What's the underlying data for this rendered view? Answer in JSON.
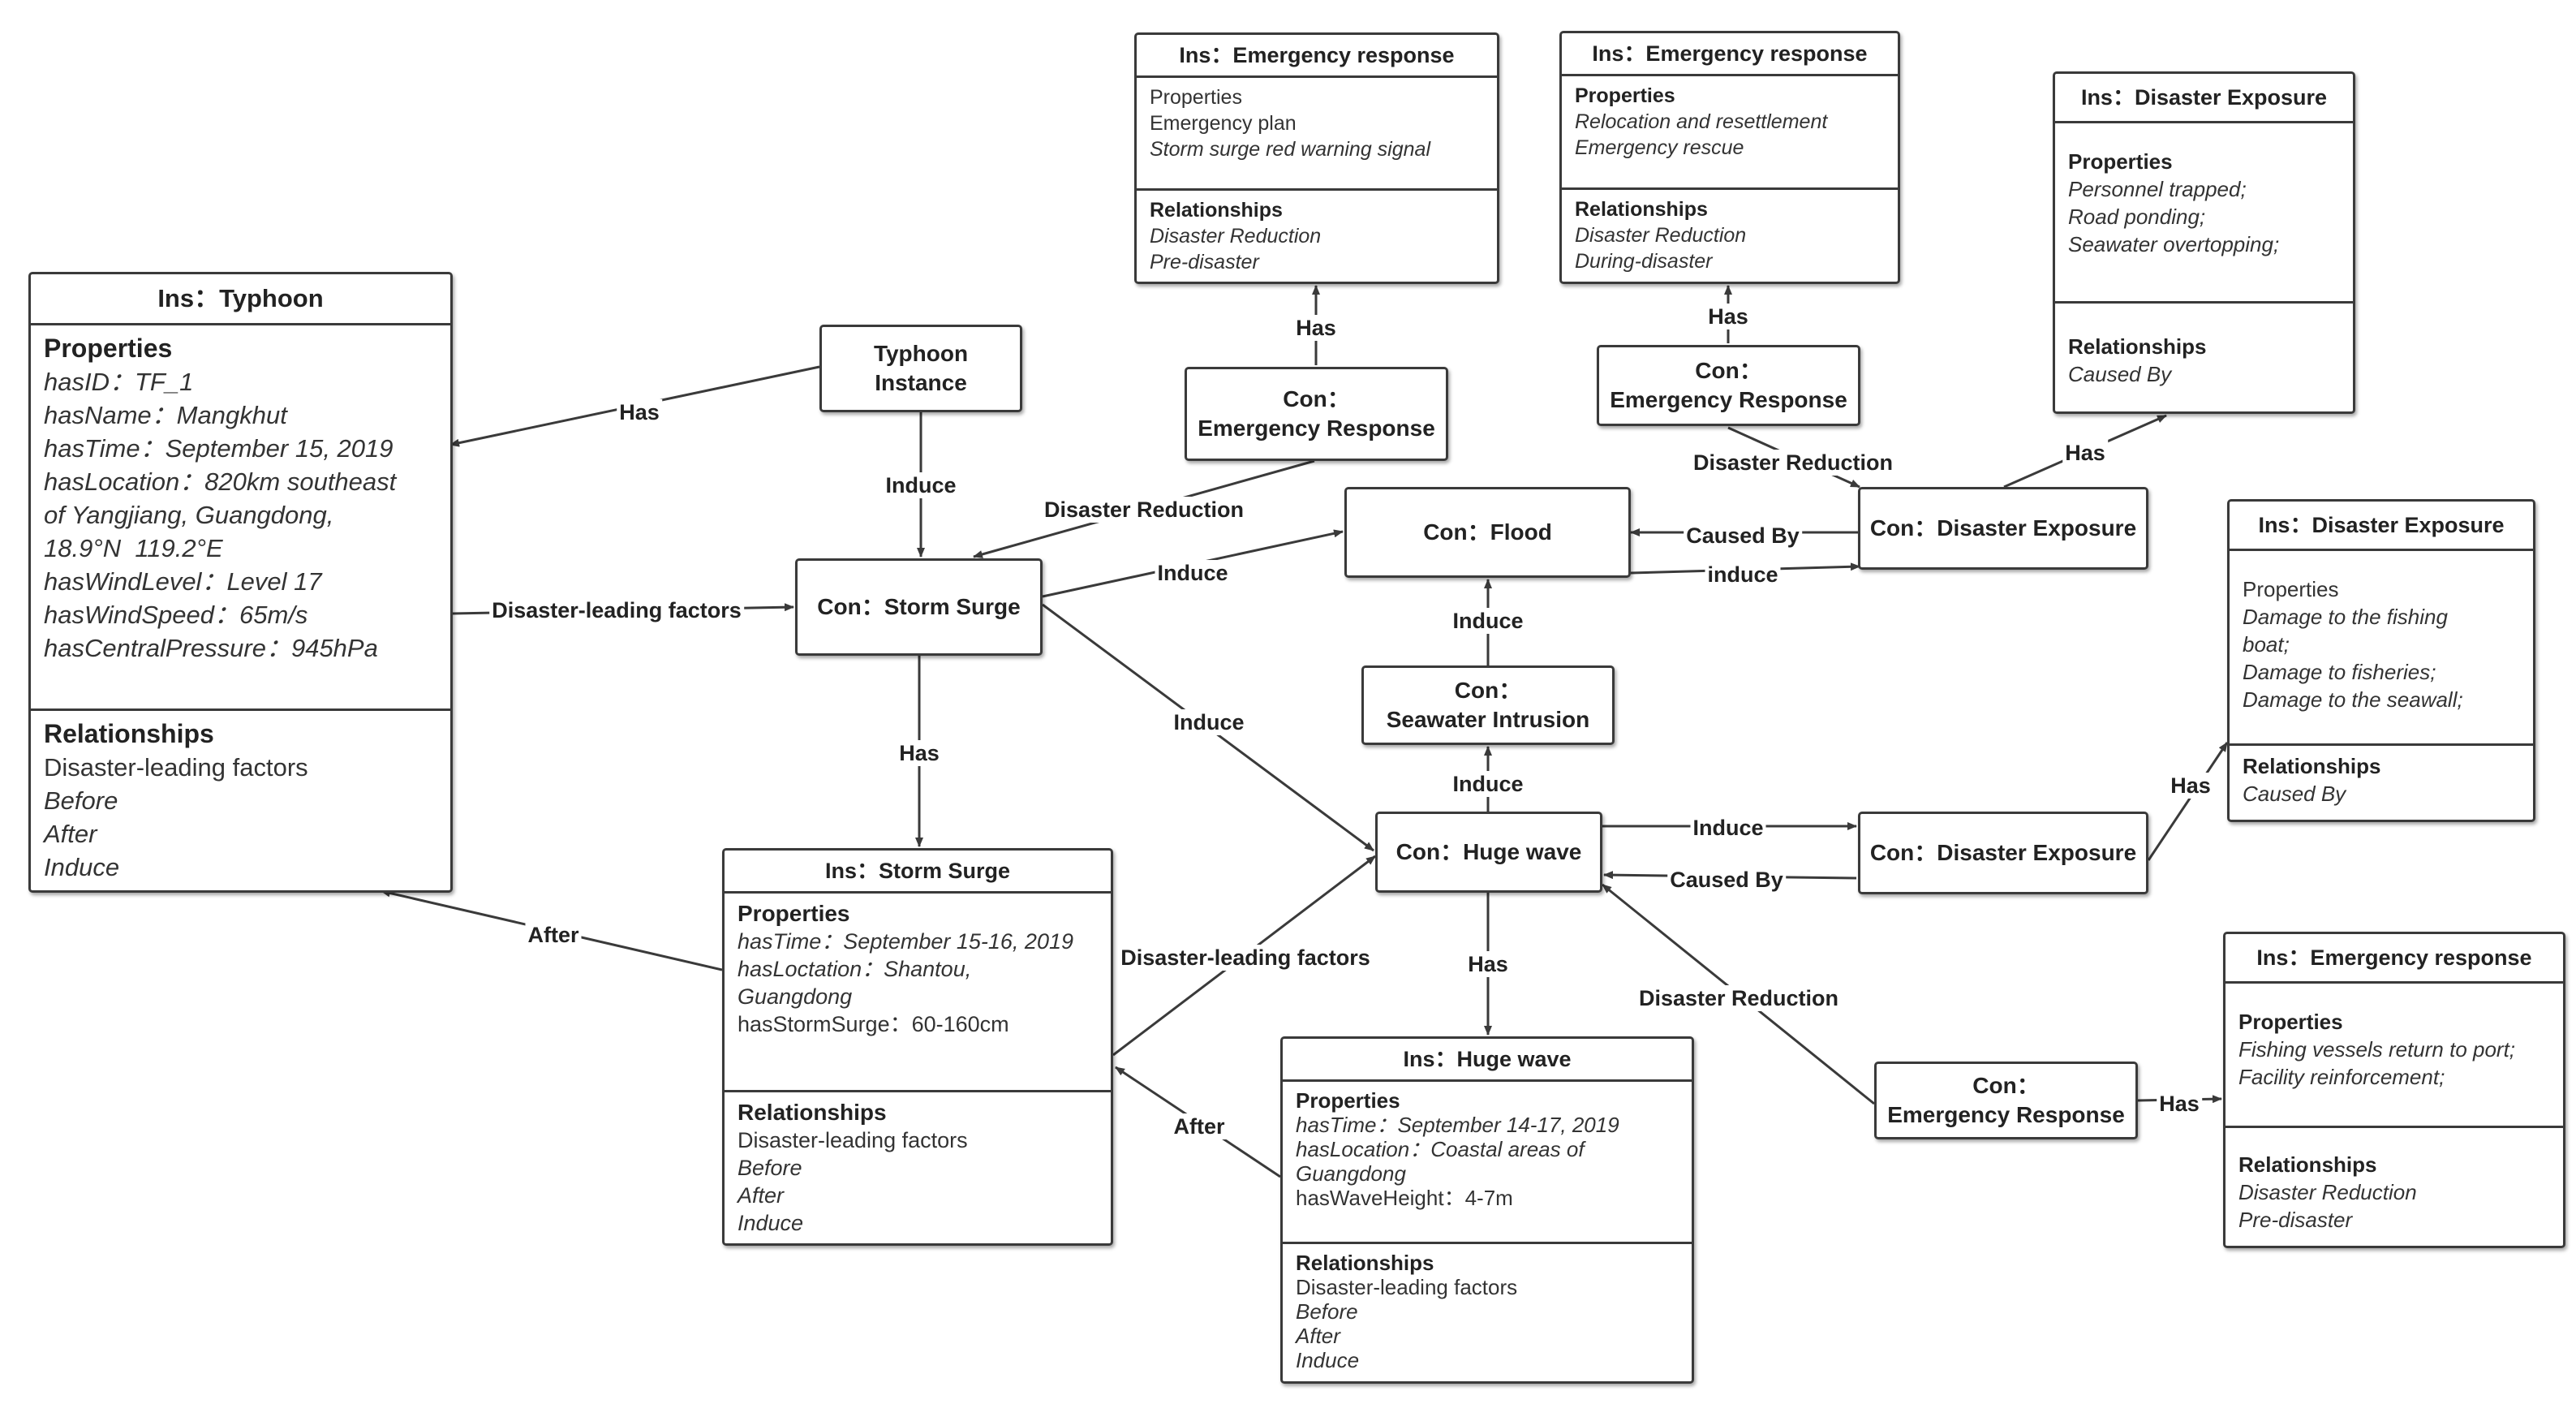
{
  "colors": {
    "stroke": "#3a3a3a",
    "text": "#333333",
    "background": "#ffffff"
  },
  "concepts": {
    "typhoon_instance": [
      "Typhoon",
      "Instance"
    ],
    "storm_surge": [
      "Con：Storm Surge"
    ],
    "flood": [
      "Con：Flood"
    ],
    "seawater_intrusion": [
      "Con：",
      "Seawater Intrusion"
    ],
    "huge_wave": [
      "Con：Huge wave"
    ],
    "emergency_response_1": [
      "Con：",
      "Emergency Response"
    ],
    "emergency_response_2": [
      "Con：",
      "Emergency Response"
    ],
    "emergency_response_3": [
      "Con：",
      "Emergency Response"
    ],
    "disaster_exposure_1": [
      "Con：Disaster Exposure"
    ],
    "disaster_exposure_2": [
      "Con：Disaster Exposure"
    ]
  },
  "instances": {
    "typhoon": {
      "title": "Ins：Typhoon",
      "properties_title": "Properties",
      "properties": [
        {
          "text": "hasID：TF_1",
          "italic": true
        },
        {
          "text": "hasName：Mangkhut",
          "italic": true
        },
        {
          "text": "hasTime：September 15, 2019",
          "italic": true
        },
        {
          "text": "hasLocation：820km southeast",
          "italic": true
        },
        {
          "text": "of Yangjiang, Guangdong,",
          "italic": true
        },
        {
          "text": "18.9°N  119.2°E",
          "italic": true
        },
        {
          "text": "hasWindLevel：Level 17",
          "italic": true
        },
        {
          "text": "hasWindSpeed：65m/s",
          "italic": true
        },
        {
          "text": "hasCentralPressure：945hPa",
          "italic": true
        }
      ],
      "relationships_title": "Relationships",
      "relationships": [
        {
          "text": "Disaster-leading factors",
          "italic": false
        },
        {
          "text": "Before",
          "italic": true
        },
        {
          "text": "After",
          "italic": true
        },
        {
          "text": "Induce",
          "italic": true
        }
      ]
    },
    "storm_surge": {
      "title": "Ins：Storm Surge",
      "properties_title": "Properties",
      "properties": [
        {
          "text": "hasTime：September 15-16, 2019",
          "italic": true
        },
        {
          "text": "hasLoctation：Shantou,",
          "italic": true
        },
        {
          "text": "Guangdong",
          "italic": true
        },
        {
          "text": "hasStormSurge：60-160cm",
          "italic": false
        }
      ],
      "relationships_title": "Relationships",
      "relationships": [
        {
          "text": "Disaster-leading factors",
          "italic": false
        },
        {
          "text": "Before",
          "italic": true
        },
        {
          "text": "After",
          "italic": true
        },
        {
          "text": "Induce",
          "italic": true
        }
      ]
    },
    "huge_wave": {
      "title": "Ins：Huge wave",
      "properties_title": "Properties",
      "properties": [
        {
          "text": "hasTime：September 14-17, 2019",
          "italic": true
        },
        {
          "text": "hasLocation：Coastal areas of",
          "italic": true
        },
        {
          "text": "Guangdong",
          "italic": true
        },
        {
          "text": "hasWaveHeight：4-7m",
          "italic": false
        }
      ],
      "relationships_title": "Relationships",
      "relationships": [
        {
          "text": "Disaster-leading factors",
          "italic": false
        },
        {
          "text": "Before",
          "italic": true
        },
        {
          "text": "After",
          "italic": true
        },
        {
          "text": "Induce",
          "italic": true
        }
      ]
    },
    "emergency_response_1": {
      "title": "Ins：Emergency response",
      "properties_title": "Properties",
      "properties": [
        {
          "text": "Emergency plan",
          "italic": false
        },
        {
          "text": "Storm surge red warning signal",
          "italic": true
        }
      ],
      "relationships_title": "Relationships",
      "relationships": [
        {
          "text": "Disaster Reduction",
          "italic": true
        },
        {
          "text": "Pre-disaster",
          "italic": true
        }
      ]
    },
    "emergency_response_2": {
      "title": "Ins：Emergency response",
      "properties_title": "Properties",
      "properties": [
        {
          "text": "Relocation and resettlement",
          "italic": true
        },
        {
          "text": "Emergency rescue",
          "italic": true
        }
      ],
      "relationships_title": "Relationships",
      "relationships": [
        {
          "text": "Disaster Reduction",
          "italic": true
        },
        {
          "text": "During-disaster",
          "italic": true
        }
      ]
    },
    "emergency_response_3": {
      "title": "Ins：Emergency response",
      "properties_title": "Properties",
      "properties": [
        {
          "text": "Fishing vessels return to port;",
          "italic": true
        },
        {
          "text": "Facility reinforcement;",
          "italic": true
        }
      ],
      "relationships_title": "Relationships",
      "relationships": [
        {
          "text": "Disaster Reduction",
          "italic": true
        },
        {
          "text": "Pre-disaster",
          "italic": true
        }
      ]
    },
    "disaster_exposure_1": {
      "title": "Ins：Disaster Exposure",
      "properties_title": "Properties",
      "properties": [
        {
          "text": "Personnel trapped;",
          "italic": true
        },
        {
          "text": "Road ponding;",
          "italic": true
        },
        {
          "text": "Seawater overtopping;",
          "italic": true
        }
      ],
      "relationships_title": "Relationships",
      "relationships": [
        {
          "text": "Caused By",
          "italic": true
        }
      ]
    },
    "disaster_exposure_2": {
      "title": "Ins：Disaster Exposure",
      "properties_title": "Properties",
      "properties": [
        {
          "text": "Damage to the fishing",
          "italic": true
        },
        {
          "text": "boat;",
          "italic": true
        },
        {
          "text": "Damage to fisheries;",
          "italic": true
        },
        {
          "text": "Damage to the seawall;",
          "italic": true
        }
      ],
      "relationships_title": "Relationships",
      "relationships": [
        {
          "text": "Caused By",
          "italic": true
        }
      ]
    }
  },
  "edges": [
    {
      "from": "typhoon_instance",
      "to": "ins_typhoon",
      "label": "Has"
    },
    {
      "from": "typhoon_instance",
      "to": "storm_surge",
      "label": "Induce"
    },
    {
      "from": "ins_typhoon",
      "to": "storm_surge",
      "label": "Disaster-leading factors"
    },
    {
      "from": "emergency_response_1",
      "to": "storm_surge",
      "label": "Disaster Reduction"
    },
    {
      "from": "emergency_response_1",
      "to": "ins_emergency_response_1",
      "label": "Has"
    },
    {
      "from": "emergency_response_2",
      "to": "ins_emergency_response_2",
      "label": "Has"
    },
    {
      "from": "emergency_response_2",
      "to": "disaster_exposure_1",
      "label": "Disaster Reduction"
    },
    {
      "from": "disaster_exposure_1",
      "to": "ins_disaster_exposure_1",
      "label": "Has"
    },
    {
      "from": "disaster_exposure_1",
      "to": "flood",
      "label": "Caused By"
    },
    {
      "from": "flood",
      "to": "disaster_exposure_1",
      "label": "induce"
    },
    {
      "from": "storm_surge",
      "to": "flood",
      "label": "Induce"
    },
    {
      "from": "storm_surge",
      "to": "huge_wave",
      "label": "Induce"
    },
    {
      "from": "storm_surge",
      "to": "ins_storm_surge",
      "label": "Has"
    },
    {
      "from": "seawater_intrusion",
      "to": "flood",
      "label": "Induce"
    },
    {
      "from": "huge_wave",
      "to": "seawater_intrusion",
      "label": "Induce"
    },
    {
      "from": "huge_wave",
      "to": "disaster_exposure_2",
      "label": "Induce"
    },
    {
      "from": "disaster_exposure_2",
      "to": "huge_wave",
      "label": "Caused By"
    },
    {
      "from": "disaster_exposure_2",
      "to": "ins_disaster_exposure_2",
      "label": "Has"
    },
    {
      "from": "huge_wave",
      "to": "ins_huge_wave",
      "label": "Has"
    },
    {
      "from": "emergency_response_3",
      "to": "huge_wave",
      "label": "Disaster Reduction"
    },
    {
      "from": "emergency_response_3",
      "to": "ins_emergency_response_3",
      "label": "Has"
    },
    {
      "from": "ins_storm_surge",
      "to": "ins_typhoon",
      "label": "After"
    },
    {
      "from": "ins_storm_surge",
      "to": "huge_wave",
      "label": "Disaster-leading factors"
    },
    {
      "from": "ins_huge_wave",
      "to": "ins_storm_surge",
      "label": "After"
    }
  ]
}
